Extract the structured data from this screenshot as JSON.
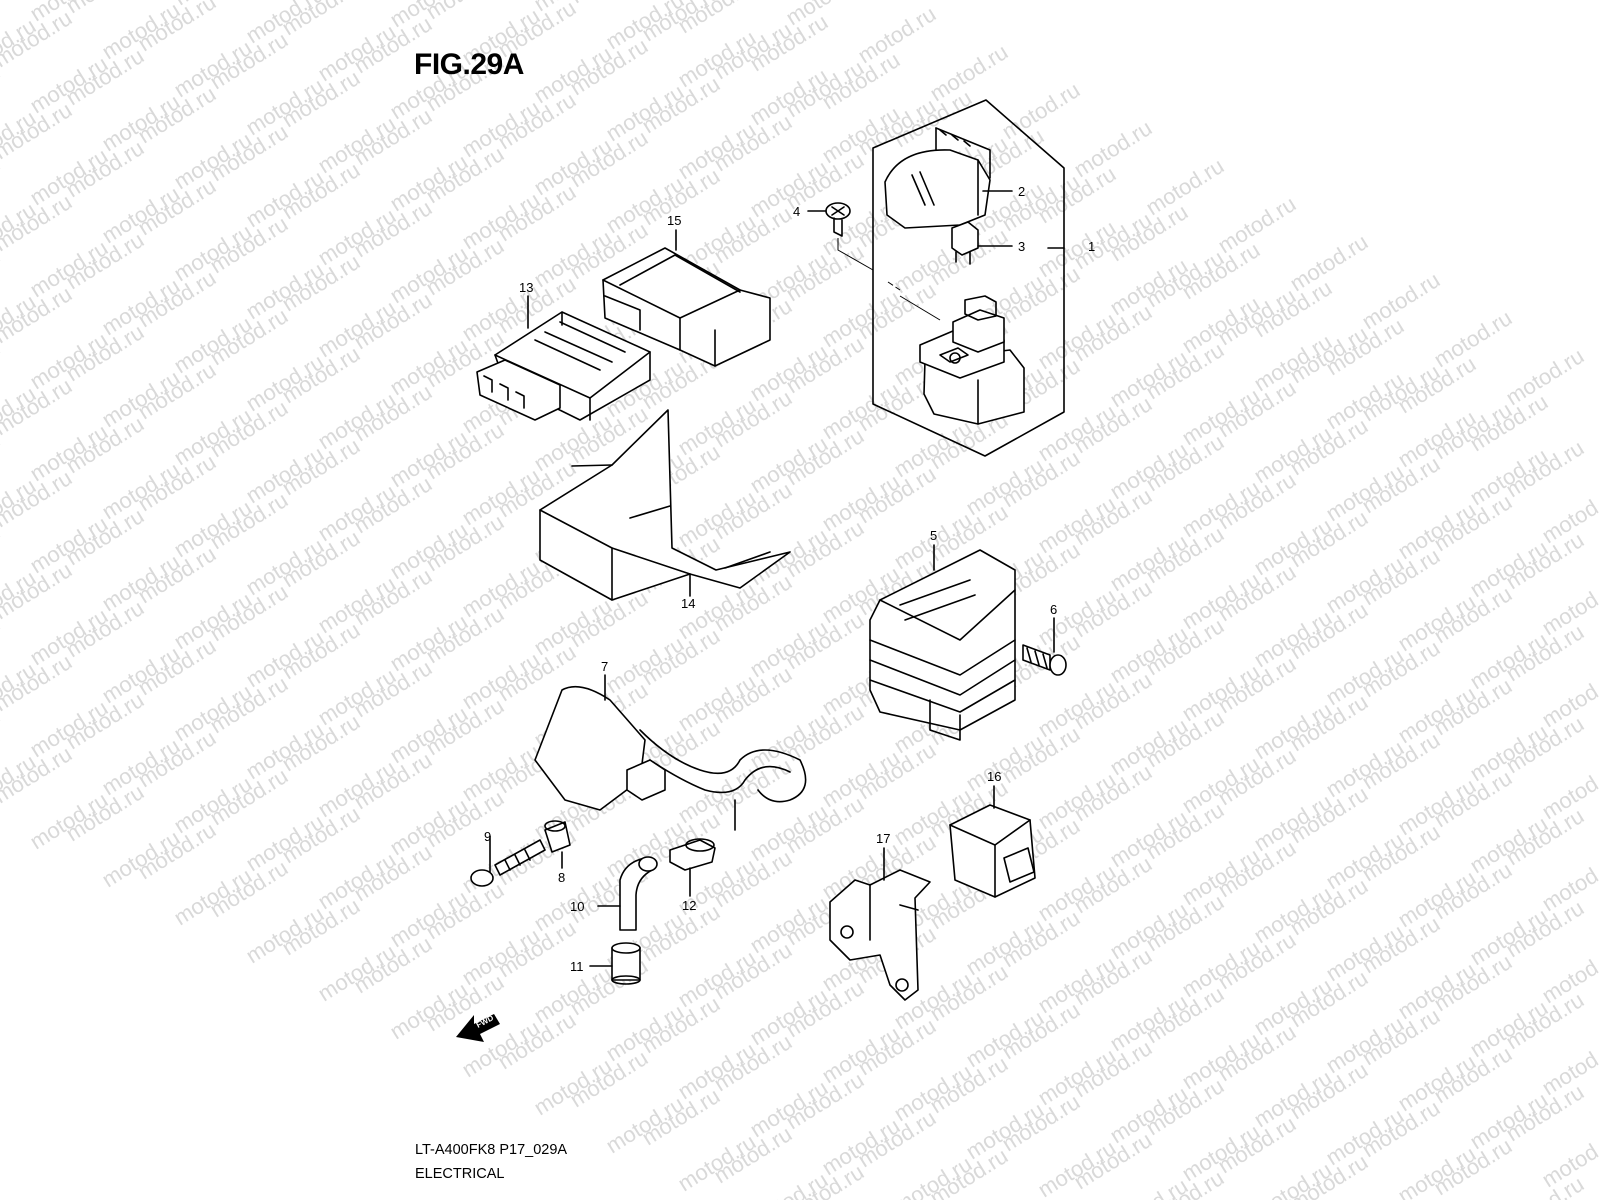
{
  "figure": {
    "title": "FIG.29A",
    "model_code": "LT-A400FK8 P17_029A",
    "section": "ELECTRICAL",
    "watermark": "motod.ru",
    "fwd_label": "FWD"
  },
  "callouts": [
    "1",
    "2",
    "3",
    "4",
    "5",
    "6",
    "7",
    "8",
    "9",
    "10",
    "11",
    "12",
    "13",
    "14",
    "15",
    "16",
    "17"
  ],
  "colors": {
    "line": "#000000",
    "background": "#ffffff",
    "watermark": "#d9d9d9"
  }
}
